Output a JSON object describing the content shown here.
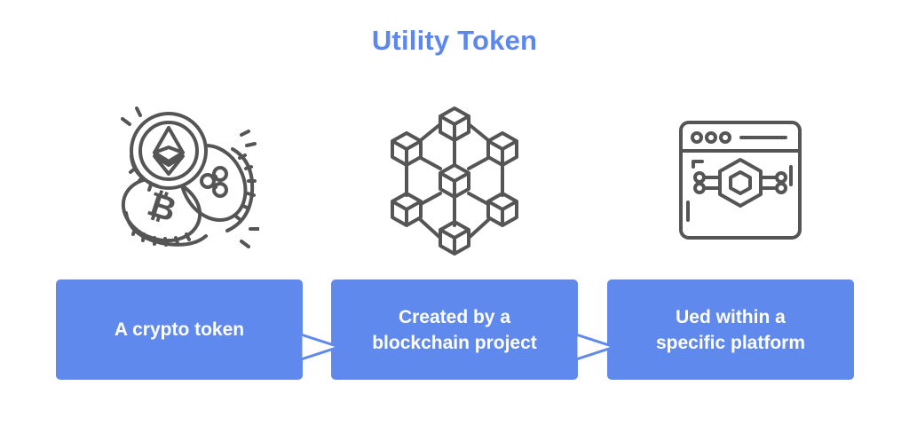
{
  "title": "Utility Token",
  "colors": {
    "accent": "#5b87ee",
    "box_fill": "#6089ee",
    "box_text": "#ffffff",
    "icon_stroke": "#555555"
  },
  "steps": [
    {
      "label": "A crypto token",
      "icon": "crypto-coins-icon"
    },
    {
      "label": "Created by a\nblockchain project",
      "icon": "blockchain-network-icon"
    },
    {
      "label": "Ued within a\nspecific platform",
      "icon": "platform-window-icon"
    }
  ],
  "connectors": [
    "arrow-right-icon",
    "arrow-right-icon"
  ]
}
